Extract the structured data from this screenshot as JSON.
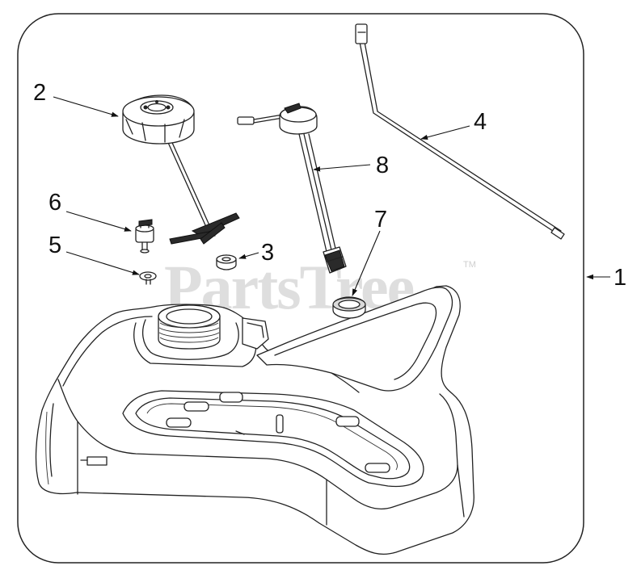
{
  "watermark": {
    "text": "PartsTree",
    "trademark": "TM"
  },
  "callouts": [
    {
      "id": "2",
      "label": "2"
    },
    {
      "id": "4",
      "label": "4"
    },
    {
      "id": "8",
      "label": "8"
    },
    {
      "id": "6",
      "label": "6"
    },
    {
      "id": "7",
      "label": "7"
    },
    {
      "id": "3",
      "label": "3"
    },
    {
      "id": "5",
      "label": "5"
    },
    {
      "id": "1",
      "label": "1"
    }
  ],
  "colors": {
    "line": "#222222",
    "frame": "#222222",
    "watermark": "#dedede",
    "background": "#ffffff"
  }
}
